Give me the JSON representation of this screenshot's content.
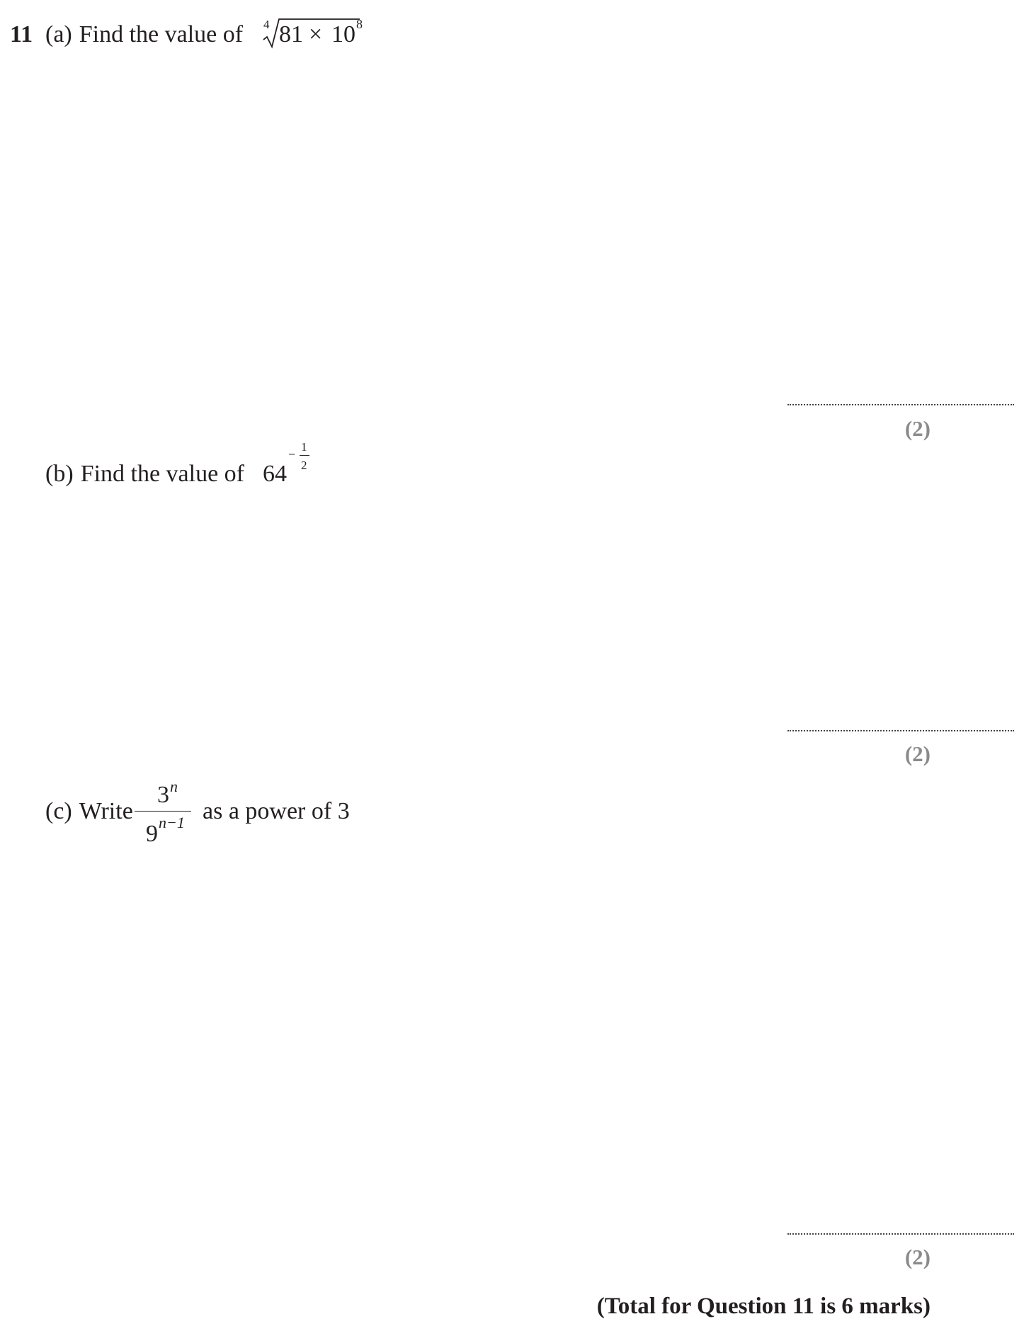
{
  "question": {
    "number": "11",
    "part_a": {
      "label": "(a)",
      "text": "Find the value of",
      "root_index": "4",
      "radicand_base": "81",
      "times": "×",
      "power_base": "10",
      "power_exp": "8",
      "marks": "(2)"
    },
    "part_b": {
      "label": "(b)",
      "text": "Find the value of",
      "base": "64",
      "exp_sign": "−",
      "exp_num": "1",
      "exp_den": "2",
      "marks": "(2)"
    },
    "part_c": {
      "label": "(c)",
      "text_before": "Write",
      "num_base": "3",
      "num_exp": "n",
      "den_base": "9",
      "den_exp": "n−1",
      "text_after": "as a power of 3",
      "marks": "(2)"
    },
    "total": "(Total for Question 11 is 6 marks)"
  }
}
